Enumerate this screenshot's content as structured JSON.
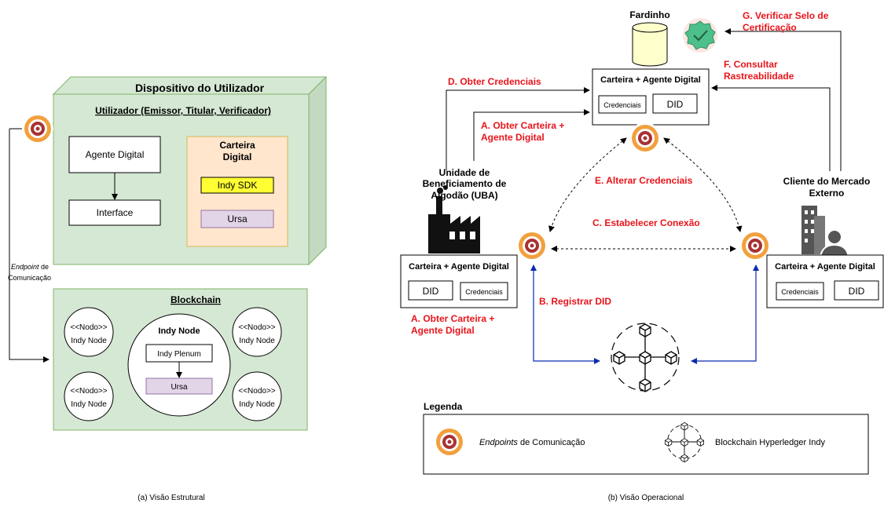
{
  "structural": {
    "device_title": "Dispositivo do Utilizador",
    "user_title": "Utilizador (Emissor, Titular, Verificador)",
    "agent": "Agente Digital",
    "interface": "Interface",
    "wallet_line1": "Carteira",
    "wallet_line2": "Digital",
    "indy_sdk": "Indy SDK",
    "ursa": "Ursa",
    "endpoint_italic": "Endpoint",
    "endpoint_de": " de",
    "endpoint_line2": "Comunicação",
    "blockchain_title": "Blockchain",
    "nodo_label": "<<Nodo>>",
    "indy_node": "Indy Node",
    "indy_plenum": "Indy Plenum",
    "caption": "(a) Visão Estrutural"
  },
  "operational": {
    "fardinho": "Fardinho",
    "wallet_agent": "Carteira + Agente Digital",
    "credenciais": "Credenciais",
    "did": "DID",
    "uba_line1": "Unidade de",
    "uba_line2": "Beneficiamento de",
    "uba_line3": "Algodão (UBA)",
    "client_line1": "Cliente do Mercado",
    "client_line2": "Externo",
    "step_a_line1": "A. Obter Carteira +",
    "step_a_line2": "Agente Digital",
    "step_b": "B. Registrar DID",
    "step_c": "C. Estabelecer Conexão",
    "step_d": "D. Obter Credenciais",
    "step_e": "E. Alterar Credenciais",
    "step_f_line1": "F. Consultar",
    "step_f_line2": "Rastreabilidade",
    "step_g_line1": "G. Verificar Selo de",
    "step_g_line2": "Certificação",
    "legend_title": "Legenda",
    "legend_endpoints_italic": "Endpoints",
    "legend_endpoints_rest": " de Comunicação",
    "legend_blockchain": "Blockchain Hyperledger Indy",
    "caption": "(b) Visão Operacional"
  },
  "colors": {
    "green_fill": "#d5e8d4",
    "green_stroke": "#82b366",
    "yellow_fill": "#ffe6cc",
    "indy_sdk_fill": "#ffff33",
    "ursa_fill": "#e1d5e7",
    "red_text": "#e8141b",
    "blue_arrow": "#0a2bb0",
    "endpoint_orange": "#f2a03d",
    "endpoint_red": "#a83232"
  }
}
